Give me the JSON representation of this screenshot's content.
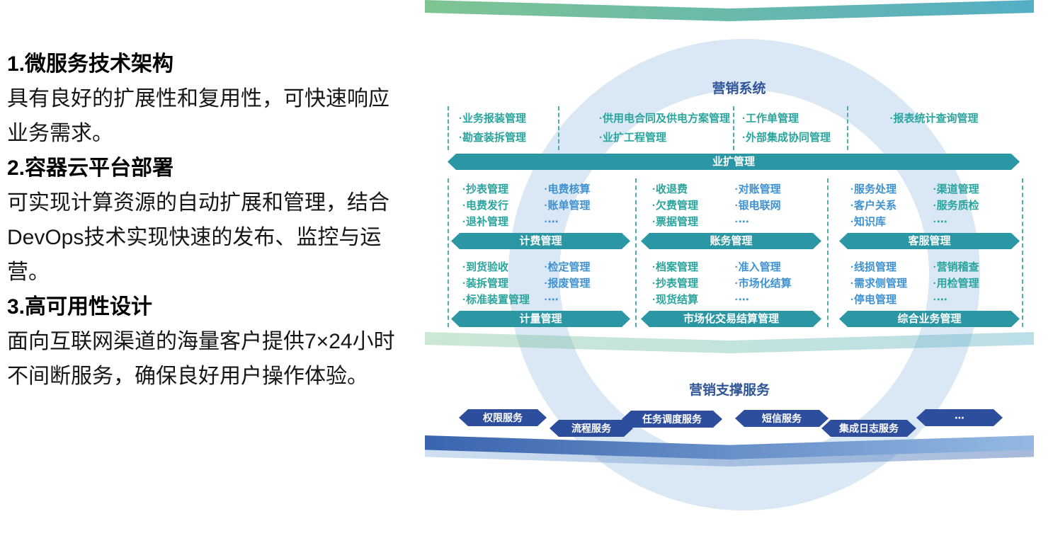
{
  "colors": {
    "c-banner": "#2B97A4",
    "c-teal": "#2AA49D",
    "c-blue": "#3F92D2",
    "c-navy": "#2D4D9D",
    "c-title": "#2F5597",
    "c-ring": "#DAE7F5",
    "c-dash": "#4FADAD",
    "c-green1": "#7FC492",
    "c-green2": "#54AEC4",
    "c-blue1": "#3A64AE",
    "c-blue2": "#93B9E2"
  },
  "left_panel": {
    "sections": [
      {
        "heading": "1.微服务技术架构",
        "body": "具有良好的扩展性和复用性，可快速响应业务需求。"
      },
      {
        "heading": "2.容器云平台部署",
        "body": "可实现计算资源的自动扩展和管理，结合DevOps技术实现快速的发布、监控与运营。"
      },
      {
        "heading": "3.高可用性设计",
        "body": "面向互联网渠道的海量客户提供7×24小时不间断服务，确保良好用户操作体验。"
      }
    ]
  },
  "diagram": {
    "title": "营销系统",
    "top": {
      "banner": "业扩管理",
      "columns": [
        {
          "items": [
            "·业务报装管理",
            "·勘查装拆管理"
          ]
        },
        {
          "items": [
            "·供用电合同及供电方案管理",
            "·业扩工程管理"
          ]
        },
        {
          "items": [
            "·工作单管理",
            "·外部集成协同管理"
          ]
        },
        {
          "items": [
            "·报表统计查询管理"
          ]
        }
      ]
    },
    "row2": [
      {
        "banner": "计费管理",
        "left": [
          "·抄表管理",
          "·电费发行",
          "·退补管理"
        ],
        "right": [
          "·电费核算",
          "·账单管理",
          "·⋯"
        ]
      },
      {
        "banner": "账务管理",
        "left": [
          "·收退费",
          "·欠费管理",
          "·票据管理"
        ],
        "right": [
          "·对账管理",
          "·银电联网",
          "·⋯"
        ]
      },
      {
        "banner": "客服管理",
        "left": [
          "·服务处理",
          "·客户关系",
          "·知识库"
        ],
        "right": [
          "·渠道管理",
          "·服务质检",
          "·⋯"
        ]
      }
    ],
    "row3": [
      {
        "banner": "计量管理",
        "left": [
          "·到货验收",
          "·装拆管理",
          "·标准装置管理"
        ],
        "right": [
          "·检定管理",
          "·报废管理",
          "·⋯"
        ]
      },
      {
        "banner": "市场化交易结算管理",
        "left": [
          "·档案管理",
          "·抄表管理",
          "·现货结算"
        ],
        "right": [
          "·准入管理",
          "·市场化结算",
          "·⋯"
        ]
      },
      {
        "banner": "综合业务管理",
        "left": [
          "·线损管理",
          "·需求侧管理",
          "·停电管理"
        ],
        "right": [
          "·营销稽查",
          "·用检管理",
          "·⋯"
        ]
      }
    ],
    "support": {
      "title": "营销支撑服务",
      "badges": [
        "权限服务",
        "流程服务",
        "任务调度服务",
        "短信服务",
        "集成日志服务",
        "⋯"
      ]
    }
  }
}
